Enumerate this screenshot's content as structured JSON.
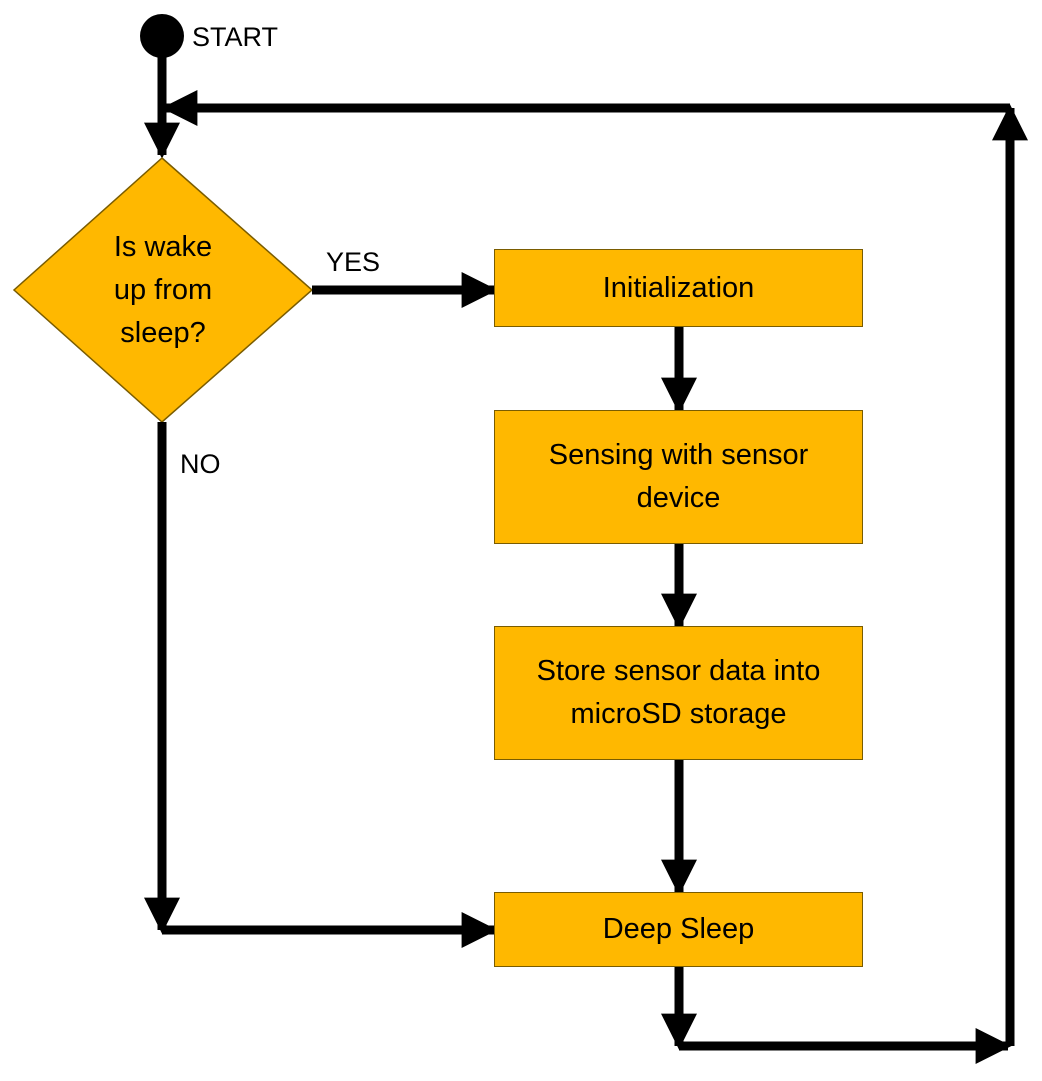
{
  "colors": {
    "fill": "#FFB800",
    "line": "#000000"
  },
  "start": {
    "label": "START"
  },
  "decision": {
    "line1": "Is wake",
    "line2": "up from",
    "line3": "sleep?"
  },
  "branches": {
    "yes": "YES",
    "no": "NO"
  },
  "steps": {
    "init": "Initialization",
    "sense_line1": "Sensing with sensor",
    "sense_line2": "device",
    "store_line1": "Store sensor data into",
    "store_line2": "microSD storage",
    "sleep": "Deep Sleep"
  }
}
